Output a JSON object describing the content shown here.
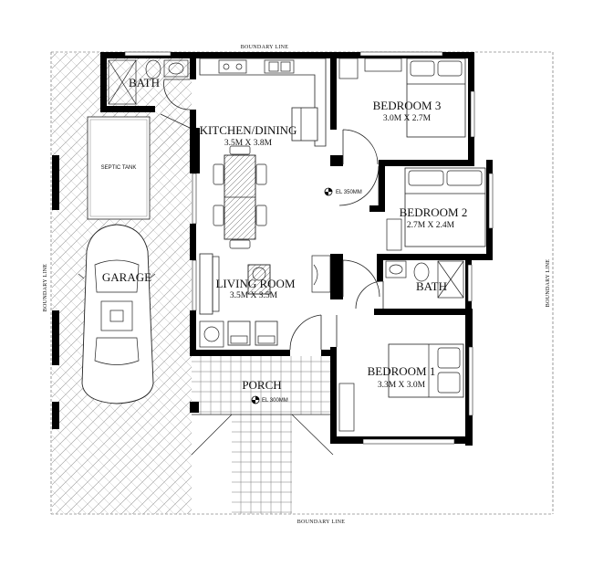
{
  "labels": {
    "boundary_top": "BOUNDARY LINE",
    "boundary_bottom": "BOUNDARY LINE",
    "boundary_left": "BOUNDARY LINE",
    "boundary_right": "BOUNDARY LINE",
    "garage": "GARAGE",
    "septic_tank": "SEPTIC TANK",
    "porch": "PORCH",
    "porch_el": "EL 300MM"
  },
  "rooms": {
    "bath_top": {
      "name": "BATH"
    },
    "kitchen": {
      "name": "KITCHEN/DINING",
      "dim": "3.5M X 3.8M"
    },
    "living": {
      "name": "LIVING ROOM",
      "dim": "3.5M X 3.5M"
    },
    "bedroom3": {
      "name": "BEDROOM 3",
      "dim": "3.0M X 2.7M"
    },
    "bedroom2": {
      "name": "BEDROOM 2",
      "dim": "2.7M X 2.4M"
    },
    "bath_mid": {
      "name": "BATH"
    },
    "bedroom1": {
      "name": "BEDROOM 1",
      "dim": "3.3M X 3.0M"
    },
    "hall_el": "EL 350MM"
  }
}
